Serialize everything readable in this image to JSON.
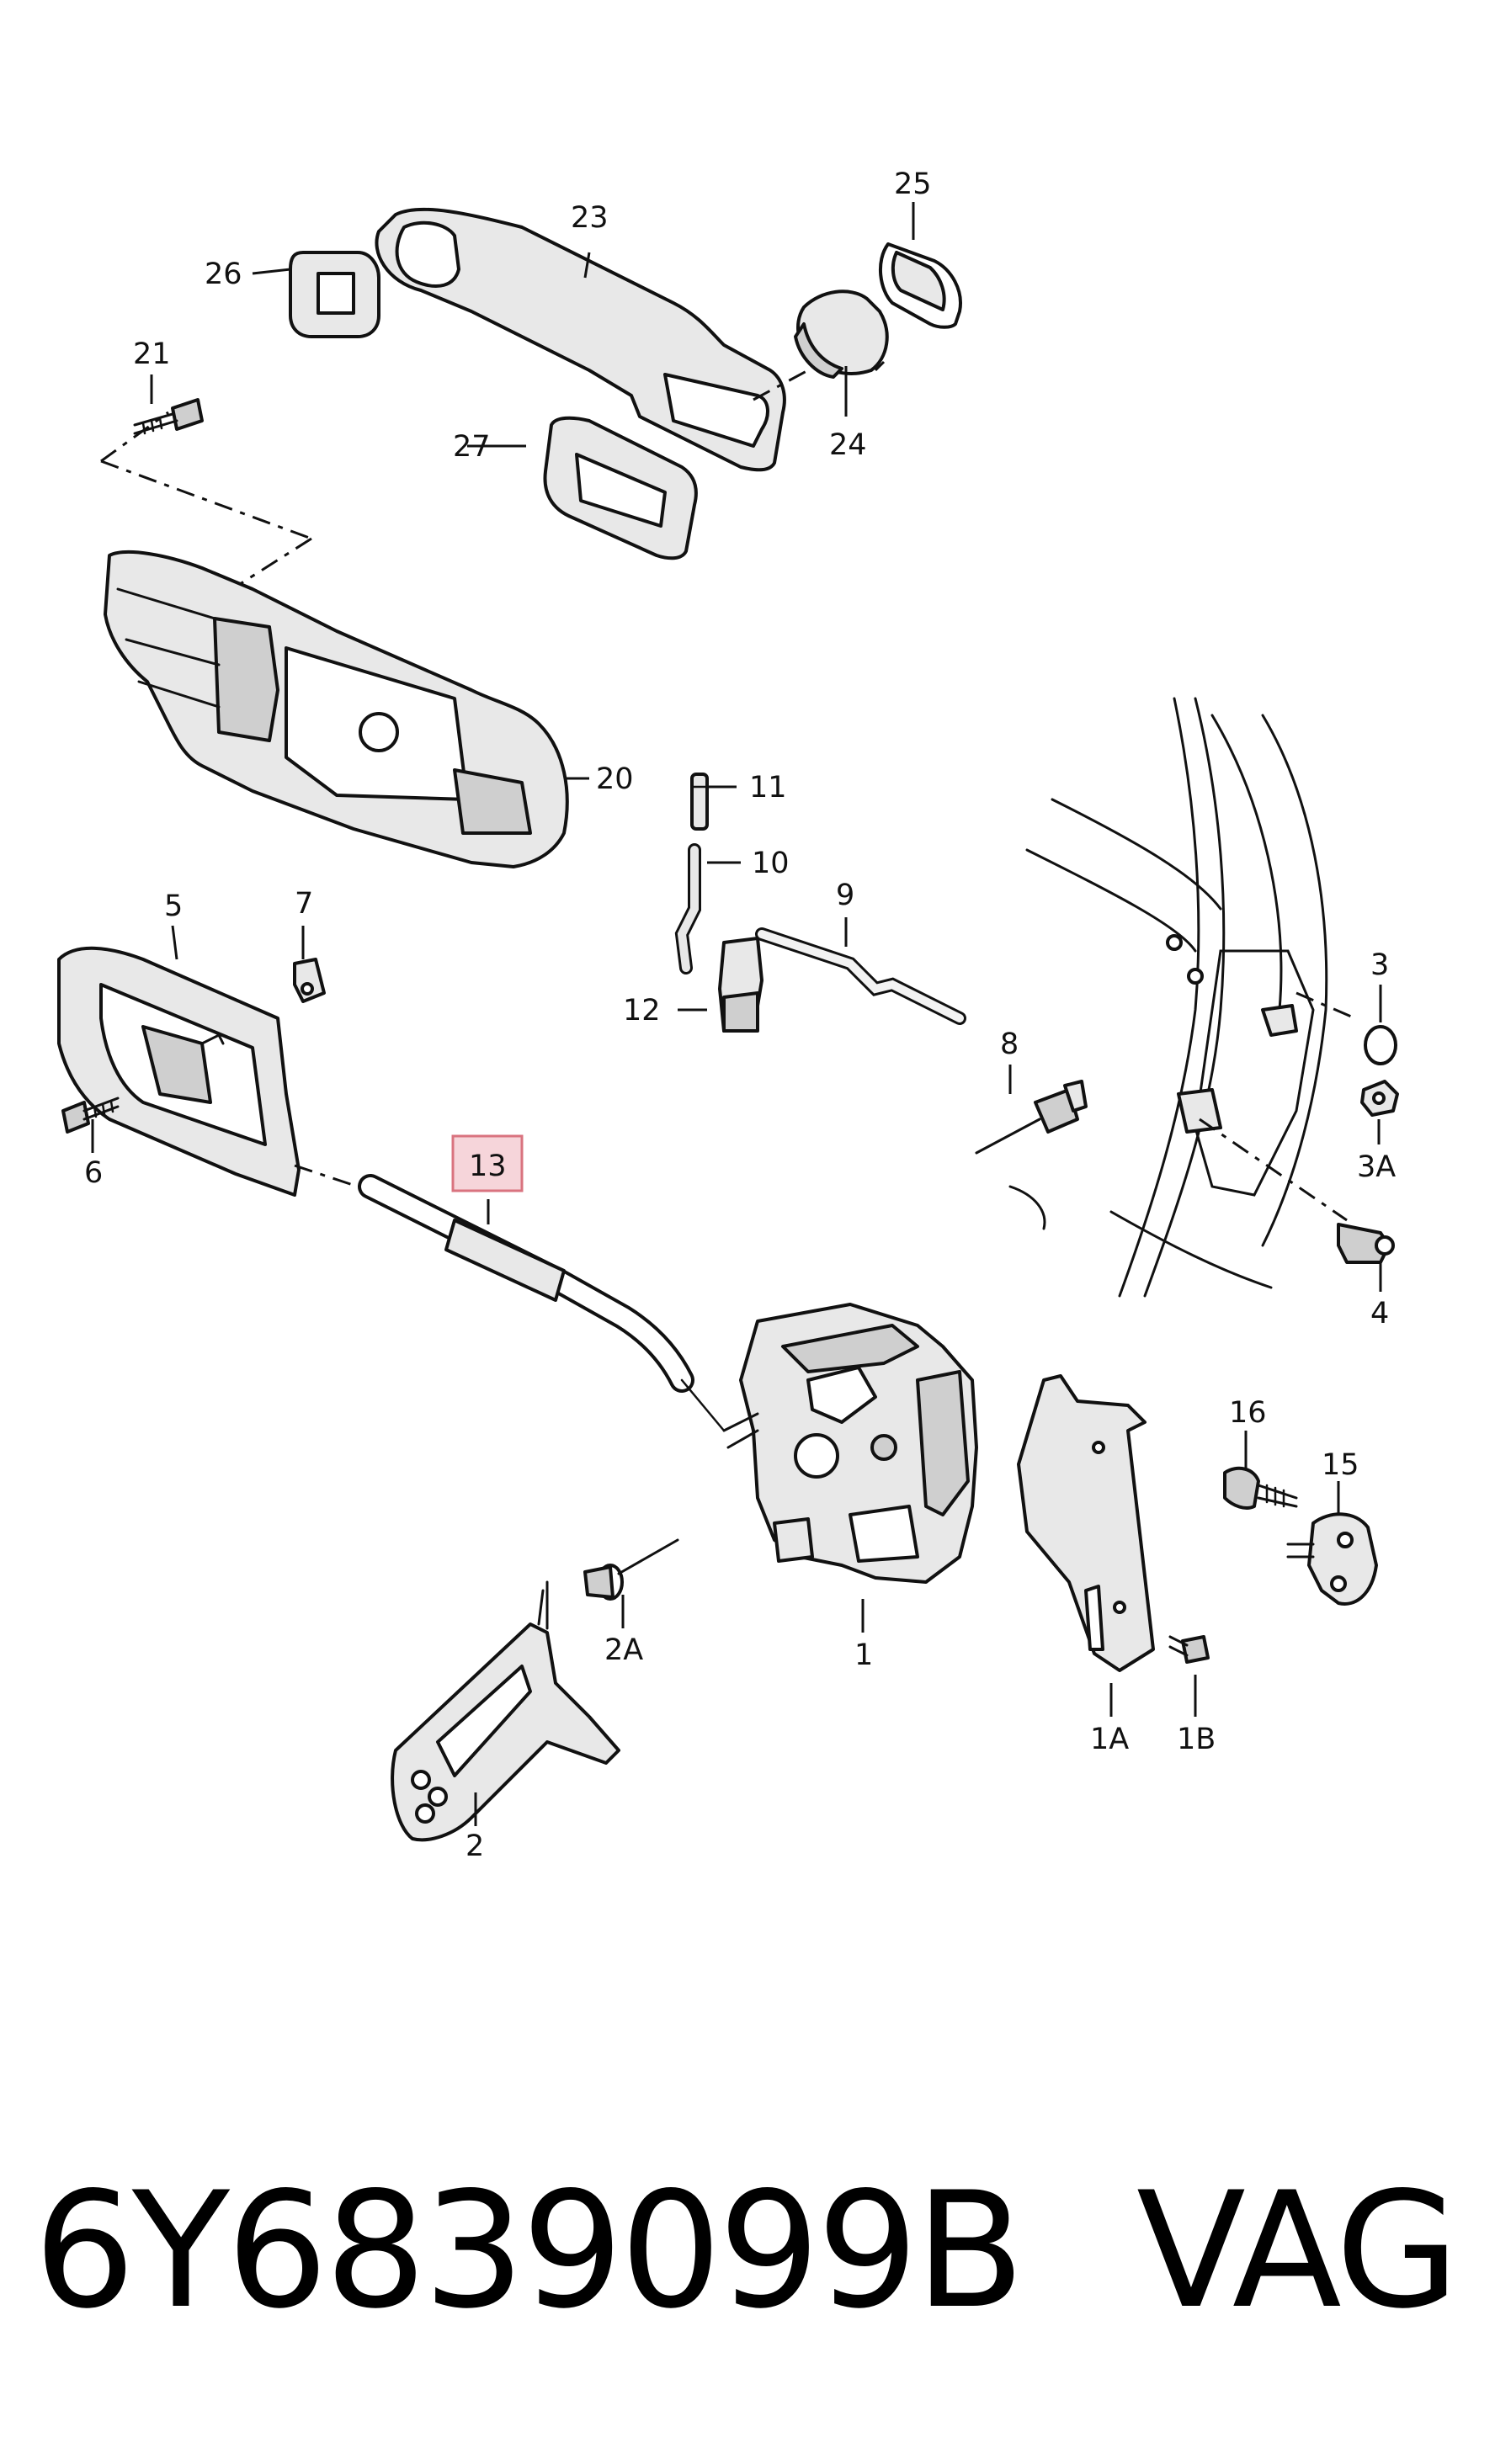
{
  "diagram": {
    "callouts": {
      "p1": "1",
      "p1A": "1A",
      "p1B": "1B",
      "p2": "2",
      "p2A": "2A",
      "p3": "3",
      "p3A": "3A",
      "p4": "4",
      "p5": "5",
      "p6": "6",
      "p7": "7",
      "p8": "8",
      "p9": "9",
      "p10": "10",
      "p11": "11",
      "p12": "12",
      "p13": "13",
      "p15": "15",
      "p16": "16",
      "p20": "20",
      "p21": "21",
      "p23": "23",
      "p24": "24",
      "p25": "25",
      "p26": "26",
      "p27": "27"
    },
    "highlighted_callout": "13",
    "highlight_color": "#f6d5da"
  },
  "footer": {
    "part_number": "6Y6839099B",
    "brand": "VAG"
  }
}
